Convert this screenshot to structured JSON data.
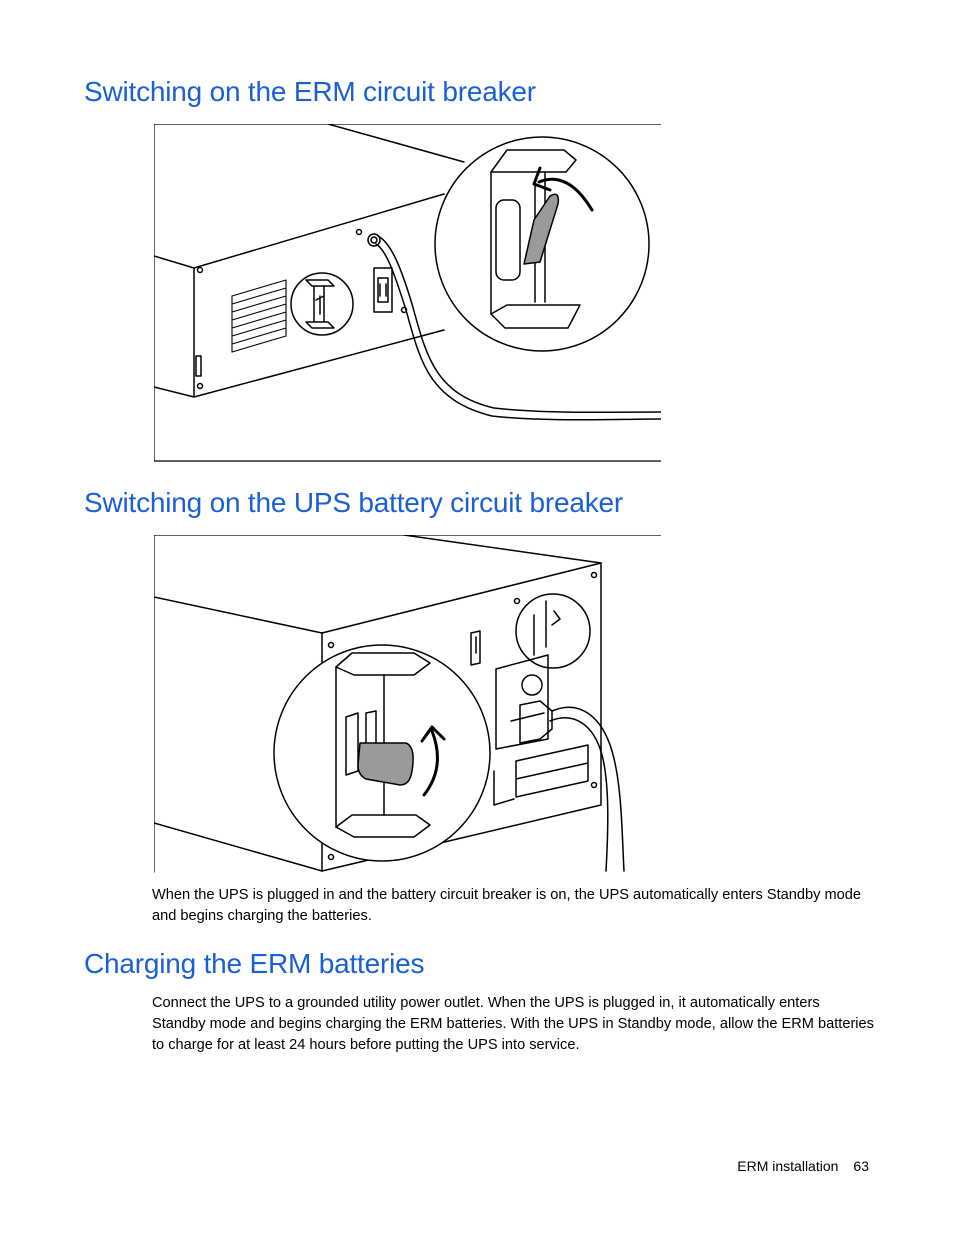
{
  "sections": [
    {
      "heading": "Switching on the ERM circuit breaker"
    },
    {
      "heading": "Switching on the UPS battery circuit breaker"
    },
    {
      "heading": "Charging the ERM batteries"
    }
  ],
  "paragraphs": {
    "ups_note": "When the UPS is plugged in and the battery circuit breaker is on, the UPS automatically enters Standby mode and begins charging the batteries.",
    "charging": "Connect the UPS to a grounded utility power outlet. When the UPS is plugged in, it automatically enters Standby mode and begins charging the ERM batteries. With the UPS in Standby mode, allow the ERM batteries to charge for at least 24 hours before putting the UPS into service."
  },
  "footer": {
    "section": "ERM installation",
    "page": "63"
  }
}
